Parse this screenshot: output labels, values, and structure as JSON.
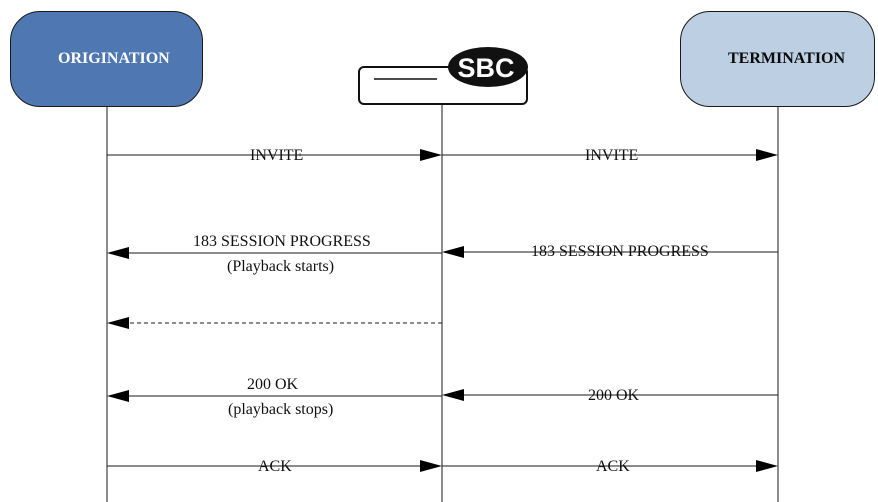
{
  "participants": {
    "origination": {
      "label": "ORIGINATION",
      "color": "#4f78b3"
    },
    "sbc": {
      "logo_text": "SBC"
    },
    "termination": {
      "label": "TERMINATION",
      "color": "#bccfe3"
    }
  },
  "messages": [
    {
      "id": "invite-1",
      "from": "origination",
      "to": "sbc",
      "line1": "INVITE",
      "line2": "",
      "style": "solid"
    },
    {
      "id": "invite-2",
      "from": "sbc",
      "to": "termination",
      "line1": "INVITE",
      "line2": "",
      "style": "solid"
    },
    {
      "id": "progress-1",
      "from": "sbc",
      "to": "origination",
      "line1": "183 SESSION PROGRESS",
      "line2": "(Playback starts)",
      "style": "solid"
    },
    {
      "id": "progress-2",
      "from": "termination",
      "to": "sbc",
      "line1": "183 SESSION PROGRESS",
      "line2": "",
      "style": "solid"
    },
    {
      "id": "media",
      "from": "sbc",
      "to": "origination",
      "line1": "",
      "line2": "",
      "style": "dashed"
    },
    {
      "id": "ok-1",
      "from": "sbc",
      "to": "origination",
      "line1": "200 OK",
      "line2": "(playback stops)",
      "style": "solid"
    },
    {
      "id": "ok-2",
      "from": "termination",
      "to": "sbc",
      "line1": "200 OK",
      "line2": "",
      "style": "solid"
    },
    {
      "id": "ack-1",
      "from": "origination",
      "to": "sbc",
      "line1": "ACK",
      "line2": "",
      "style": "solid"
    },
    {
      "id": "ack-2",
      "from": "sbc",
      "to": "termination",
      "line1": "ACK",
      "line2": "",
      "style": "solid"
    }
  ]
}
